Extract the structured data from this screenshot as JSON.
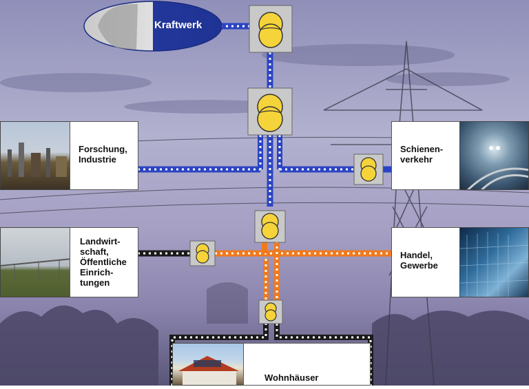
{
  "nodes": {
    "power_plant": "Kraftwerk",
    "research_industry": "Forschung,\nIndustrie",
    "rail_transport": "Schienen-\nverkehr",
    "agriculture_public": "Landwirt-\nschaft,\nÖffentliche\nEinrich-\ntungen",
    "trade_commerce": "Handel,\nGewerbe",
    "residential": "Wohnhäuser"
  },
  "colors": {
    "high_voltage": "#2b44c4",
    "medium_voltage": "#1a1a1a",
    "low_voltage": "#f07a1e",
    "transformer_fill": "#f5d33a",
    "transformer_box": "#c9c9c9"
  },
  "icons": [
    "transformer-icon"
  ]
}
